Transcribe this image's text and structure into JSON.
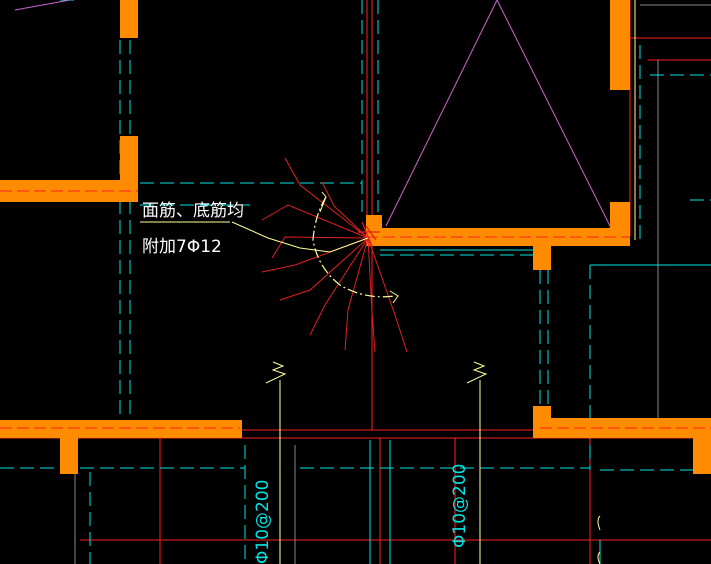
{
  "drawing": {
    "background": "#000000",
    "colors": {
      "wall": "#FF8C00",
      "axis": "#FF2020",
      "dash": "#00E5E5",
      "rebar_radial": "#E02020",
      "arc": "#FFFF99",
      "diagonal": "#CC66CC",
      "leader": "#FFFF99",
      "text_white": "#FFFFFF",
      "text_cyan": "#00E5E5",
      "gray": "#888888"
    },
    "annotation": {
      "line1": "面筋、底筋均",
      "line2": "附加7Φ12"
    },
    "dimension_labels": {
      "left": "Φ10@200",
      "right": "Φ10@200"
    }
  }
}
